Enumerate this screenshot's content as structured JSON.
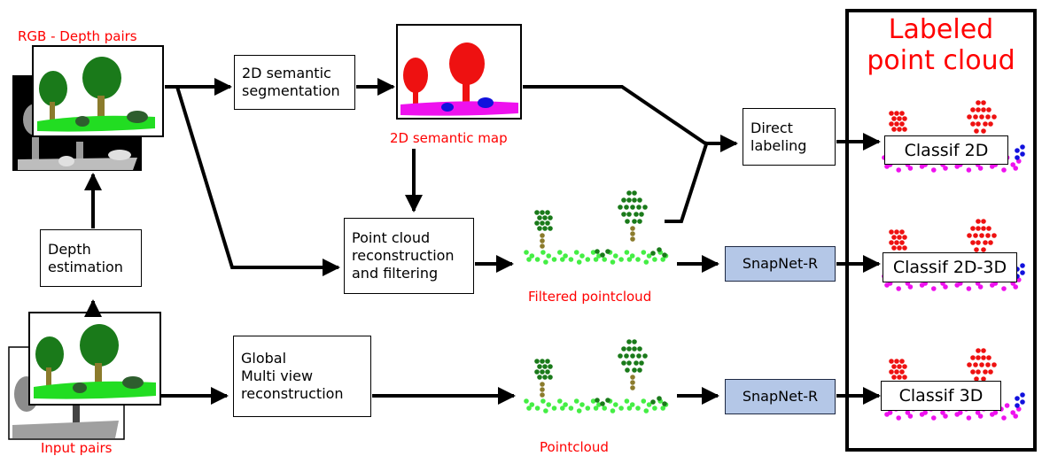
{
  "labels": {
    "rgb_depth_pairs": "RGB - Depth pairs",
    "input_pairs": "Input pairs",
    "semantic_map": "2D semantic map",
    "filtered_pointcloud": "Filtered pointcloud",
    "pointcloud": "Pointcloud"
  },
  "boxes": {
    "depth_estimation": [
      "Depth",
      "estimation"
    ],
    "semantic_segmentation": [
      "2D semantic",
      "segmentation"
    ],
    "reconstruction_filtering": [
      "Point cloud",
      "reconstruction",
      "and filtering"
    ],
    "global_reconstruction": [
      "Global",
      "Multi view",
      "reconstruction"
    ],
    "direct_labeling": [
      "Direct",
      "labeling"
    ],
    "snapnet_1": "SnapNet-R",
    "snapnet_2": "SnapNet-R"
  },
  "output": {
    "title": [
      "Labeled",
      "point cloud"
    ],
    "classif_2d": "Classif 2D",
    "classif_2d3d": "Classif 2D-3D",
    "classif_3d": "Classif 3D"
  },
  "colors": {
    "label_red": "#ff0000",
    "snapnet_fill": "#b4c7e7",
    "tree_green": "#1a7a1a",
    "grass_green": "#22dd22",
    "point_red": "#ee1111",
    "point_magenta": "#ee11ee",
    "point_blue": "#1111dd"
  }
}
